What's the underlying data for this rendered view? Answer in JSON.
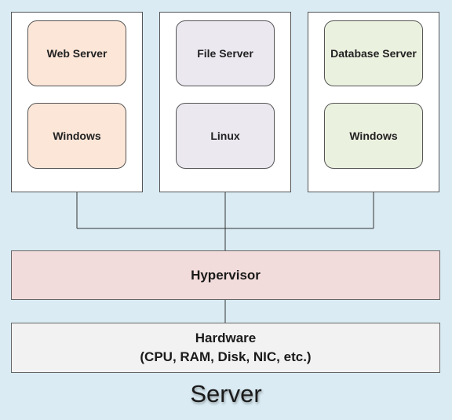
{
  "virtual_machines": [
    {
      "application": "Web Server",
      "os": "Windows",
      "app_fill": "#fbe6d8",
      "os_fill": "#fbe6d8"
    },
    {
      "application": "File Server",
      "os": "Linux",
      "app_fill": "#ebe8f0",
      "os_fill": "#ebe8f0"
    },
    {
      "application": "Database Server",
      "os": "Windows",
      "app_fill": "#ebf1df",
      "os_fill": "#ebf1df"
    }
  ],
  "hypervisor": {
    "label": "Hypervisor",
    "fill": "#f2dcdb"
  },
  "hardware": {
    "label": "Hardware",
    "details": "(CPU, RAM, Disk, NIC, etc.)",
    "fill": "#f2f2f2"
  },
  "caption": "Server",
  "colors": {
    "background": "#daebf3",
    "outline": "#555555"
  }
}
